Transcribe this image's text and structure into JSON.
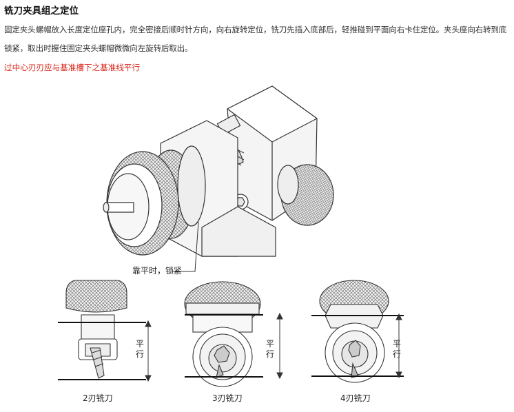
{
  "header": {
    "title": "铣刀夹具组之定位"
  },
  "instructions": {
    "body": "固定夹头螺帽放入长度定位座孔内，完全密接后顺时针方向，向右旋转定位，铣刀先插入底部后，轻推碰到平面向右卡住定位。夹头座向右转到底锁紧，取出时握住固定夹头螺帽微微向左旋转后取出。",
    "note": "过中心刃刃应与基准槽下之基准线平行"
  },
  "figure": {
    "callout": "靠平时，锁紧",
    "parallel_label": "平行",
    "captions": [
      "2刃铣刀",
      "3刃铣刀",
      "4刃铣刀"
    ]
  }
}
